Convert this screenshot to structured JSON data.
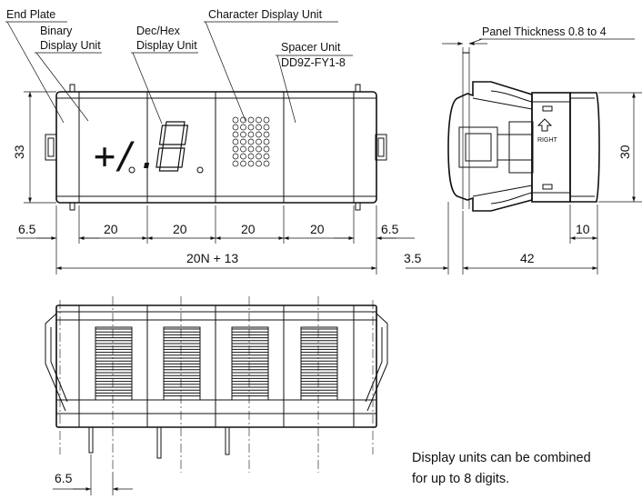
{
  "labels": {
    "end_plate": "End Plate",
    "binary_line1": "Binary",
    "binary_line2": "Display Unit",
    "dechex_line1": "Dec/Hex",
    "dechex_line2": "Display Unit",
    "character": "Character Display Unit",
    "spacer": "Spacer Unit",
    "spacer_model": "DD9Z-FY1-8",
    "panel_thickness": "Panel Thickness 0.8 to 4",
    "right_mark": "RIGHT"
  },
  "glyphs": {
    "binary": "+/.",
    "dechex": "8."
  },
  "dimensions": {
    "height": "33",
    "end_left": "6.5",
    "w1": "20",
    "w2": "20",
    "w3": "20",
    "w4": "20",
    "end_right": "6.5",
    "total": "20N + 13",
    "side_height": "30",
    "side_ten": "10",
    "side_depth": "42",
    "panel_offset": "3.5",
    "bottom_pitch": "6.5"
  },
  "note": {
    "line1": "Display units can be combined",
    "line2": "for up to 8 digits."
  }
}
